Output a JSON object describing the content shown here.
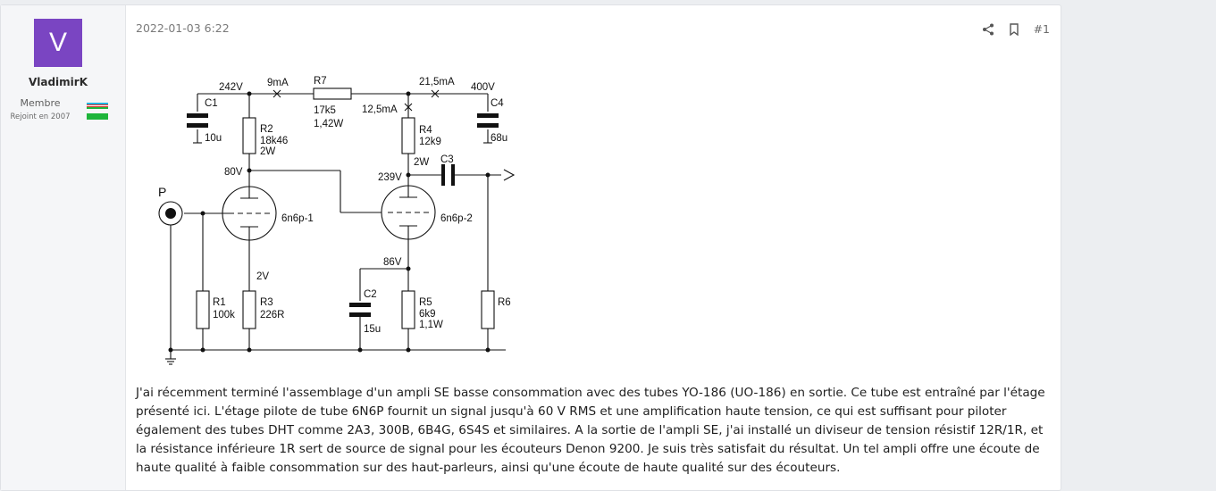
{
  "user": {
    "avatar_letter": "V",
    "avatar_color": "#7a45c2",
    "name": "VladimirK",
    "title": "Membre",
    "joined": "Rejoint en 2007"
  },
  "post": {
    "date": "2022-01-03 6:22",
    "number": "#1",
    "body": "J'ai récemment terminé l'assemblage d'un ampli SE basse consommation avec des tubes YO-186 (UO-186) en sortie. Ce tube est entraîné par l'étage présenté ici. L'étage pilote de tube 6N6P fournit un signal jusqu'à 60 V RMS et une amplification haute tension, ce qui est suffisant pour piloter également des tubes DHT comme 2A3, 300B, 6B4G, 6S4S et similaires. A la sortie de l'ampli SE, j'ai installé un diviseur de tension résistif 12R/1R, et la résistance inférieure 1R sert de source de signal pour les écouteurs Denon 9200. Je suis très satisfait du résultat. Un tel ampli offre une écoute de haute qualité à faible consommation sur des haut-parleurs, ainsi qu'une écoute de haute qualité sur des écouteurs."
  },
  "icons": [
    "share-icon",
    "bookmark-icon"
  ],
  "schematic": {
    "v242": "242V",
    "i9": "9mA",
    "r7": "R7",
    "r7v": "17k5",
    "r7w": "1,42W",
    "i21": "21,5mA",
    "v400": "400V",
    "c4": "C4",
    "c4v": "68u",
    "c1": "C1",
    "c1v": "10u",
    "r2": "R2",
    "r2v": "18k46",
    "r2w": "2W",
    "i12": "12,5mA",
    "r4": "R4",
    "r4v": "12k9",
    "v80": "80V",
    "v239": "239V",
    "w2": "2W",
    "c3": "C3",
    "p": "P",
    "t1": "6n6p-1",
    "t2": "6n6p-2",
    "v2": "2V",
    "v86": "86V",
    "c2": "C2",
    "c2v": "15u",
    "r1": "R1",
    "r1v": "100k",
    "r3": "R3",
    "r3v": "226R",
    "r5": "R5",
    "r5v": "6k9",
    "r5w": "1,1W",
    "r6": "R6"
  }
}
